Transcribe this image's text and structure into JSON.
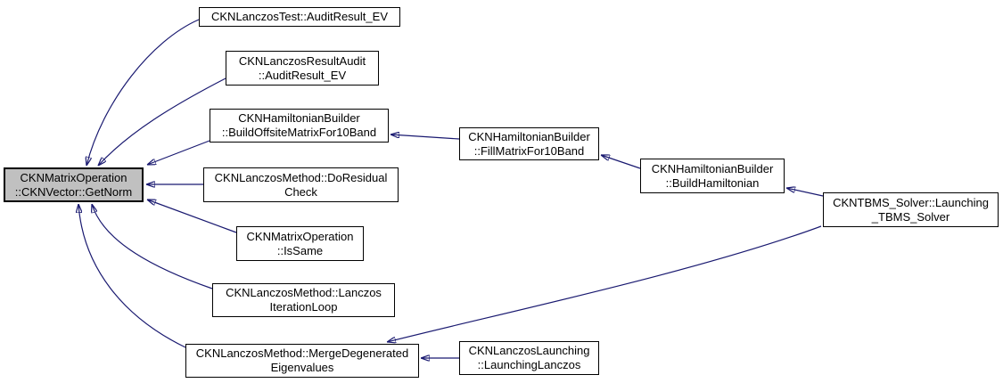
{
  "diagram": {
    "type": "caller-graph",
    "colors": {
      "background": "#ffffff",
      "edge": "#191970",
      "node_border": "#000000",
      "node_fill": "#ffffff",
      "highlight_node_fill": "#c0c0c0"
    },
    "nodes": [
      {
        "id": "getnorm",
        "label": "CKNMatrixOperation\n::CKNVector::GetNorm",
        "highlighted": true
      },
      {
        "id": "lanczostest",
        "label": "CKNLanczosTest::AuditResult_EV",
        "highlighted": false
      },
      {
        "id": "resultaudit",
        "label": "CKNLanczosResultAudit\n::AuditResult_EV",
        "highlighted": false
      },
      {
        "id": "buildoffsite",
        "label": "CKNHamiltonianBuilder\n::BuildOffsiteMatrixFor10Band",
        "highlighted": false
      },
      {
        "id": "doresidual",
        "label": "CKNLanczosMethod::DoResidual\nCheck",
        "highlighted": false
      },
      {
        "id": "issame",
        "label": "CKNMatrixOperation\n::IsSame",
        "highlighted": false
      },
      {
        "id": "iterationloop",
        "label": "CKNLanczosMethod::Lanczos\nIterationLoop",
        "highlighted": false
      },
      {
        "id": "merge",
        "label": "CKNLanczosMethod::MergeDegenerated\nEigenvalues",
        "highlighted": false
      },
      {
        "id": "fillmatrix",
        "label": "CKNHamiltonianBuilder\n::FillMatrixFor10Band",
        "highlighted": false
      },
      {
        "id": "buildhamiltonian",
        "label": "CKNHamiltonianBuilder\n::BuildHamiltonian",
        "highlighted": false
      },
      {
        "id": "launchingsolver",
        "label": "CKNTBMS_Solver::Launching\n_TBMS_Solver",
        "highlighted": false
      },
      {
        "id": "launchinglanczos",
        "label": "CKNLanczosLaunching\n::LaunchingLanczos",
        "highlighted": false
      }
    ],
    "edges": [
      {
        "from": "lanczostest",
        "to": "getnorm"
      },
      {
        "from": "resultaudit",
        "to": "getnorm"
      },
      {
        "from": "buildoffsite",
        "to": "getnorm"
      },
      {
        "from": "doresidual",
        "to": "getnorm"
      },
      {
        "from": "issame",
        "to": "getnorm"
      },
      {
        "from": "iterationloop",
        "to": "getnorm"
      },
      {
        "from": "merge",
        "to": "getnorm"
      },
      {
        "from": "fillmatrix",
        "to": "buildoffsite"
      },
      {
        "from": "buildhamiltonian",
        "to": "fillmatrix"
      },
      {
        "from": "launchingsolver",
        "to": "buildhamiltonian"
      },
      {
        "from": "launchingsolver",
        "to": "merge"
      },
      {
        "from": "launchinglanczos",
        "to": "merge"
      }
    ]
  }
}
